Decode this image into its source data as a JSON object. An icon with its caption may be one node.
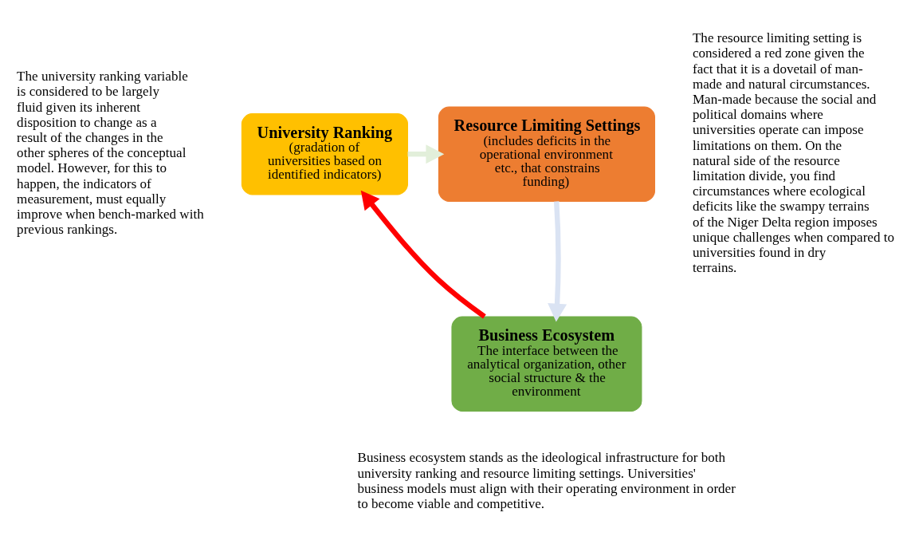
{
  "diagram": {
    "nodes": [
      {
        "text": [
          "University Ranking",
          "(gradation of universities based on identified indicators)"
        ],
        "beside": [
          "The university ranking variable is considered to be largely fluid given its inherent disposition to change as a result of the changes in the other spheres of the conceptual model. However, for this to happen, the indicators of measurement, must equally improve when bench-marked with previous rankings."
        ]
      },
      {
        "text": [
          "Resource Limiting Settings",
          "(includes deficits in the operational environment etc., that constrains funding)"
        ],
        "beside": [
          "The resource limiting setting is considered a red zone given the fact that it is a dovetail of man-made and natural circumstances. Man-made because the social and political domains where universities operate can impose limitations on them. On the natural side of the resource limitation divide, you find circumstances where ecological deficits like the swampy terrains of the Niger Delta region imposes unique challenges when compared to universities found in dry terrains."
        ]
      },
      {
        "text": [
          "Business Ecosystem",
          "The interface between the analytical organization, other social structure & the environment"
        ],
        "beside": [
          "Business ecosystem stands as the ideological infrastructure for both university ranking and resource limiting settings. Universities' business models must align with their operating environment in order to become viable and competitive."
        ]
      }
    ],
    "edges": [
      {
        "from": 0,
        "to": 1,
        "arrow": "to",
        "color": "#e2efda"
      },
      {
        "from": 1,
        "to": 2,
        "arrow": "to",
        "color": "#dae3f3"
      },
      {
        "from": 2,
        "to": 0,
        "arrow": "to",
        "color": "#ff0000"
      }
    ]
  }
}
